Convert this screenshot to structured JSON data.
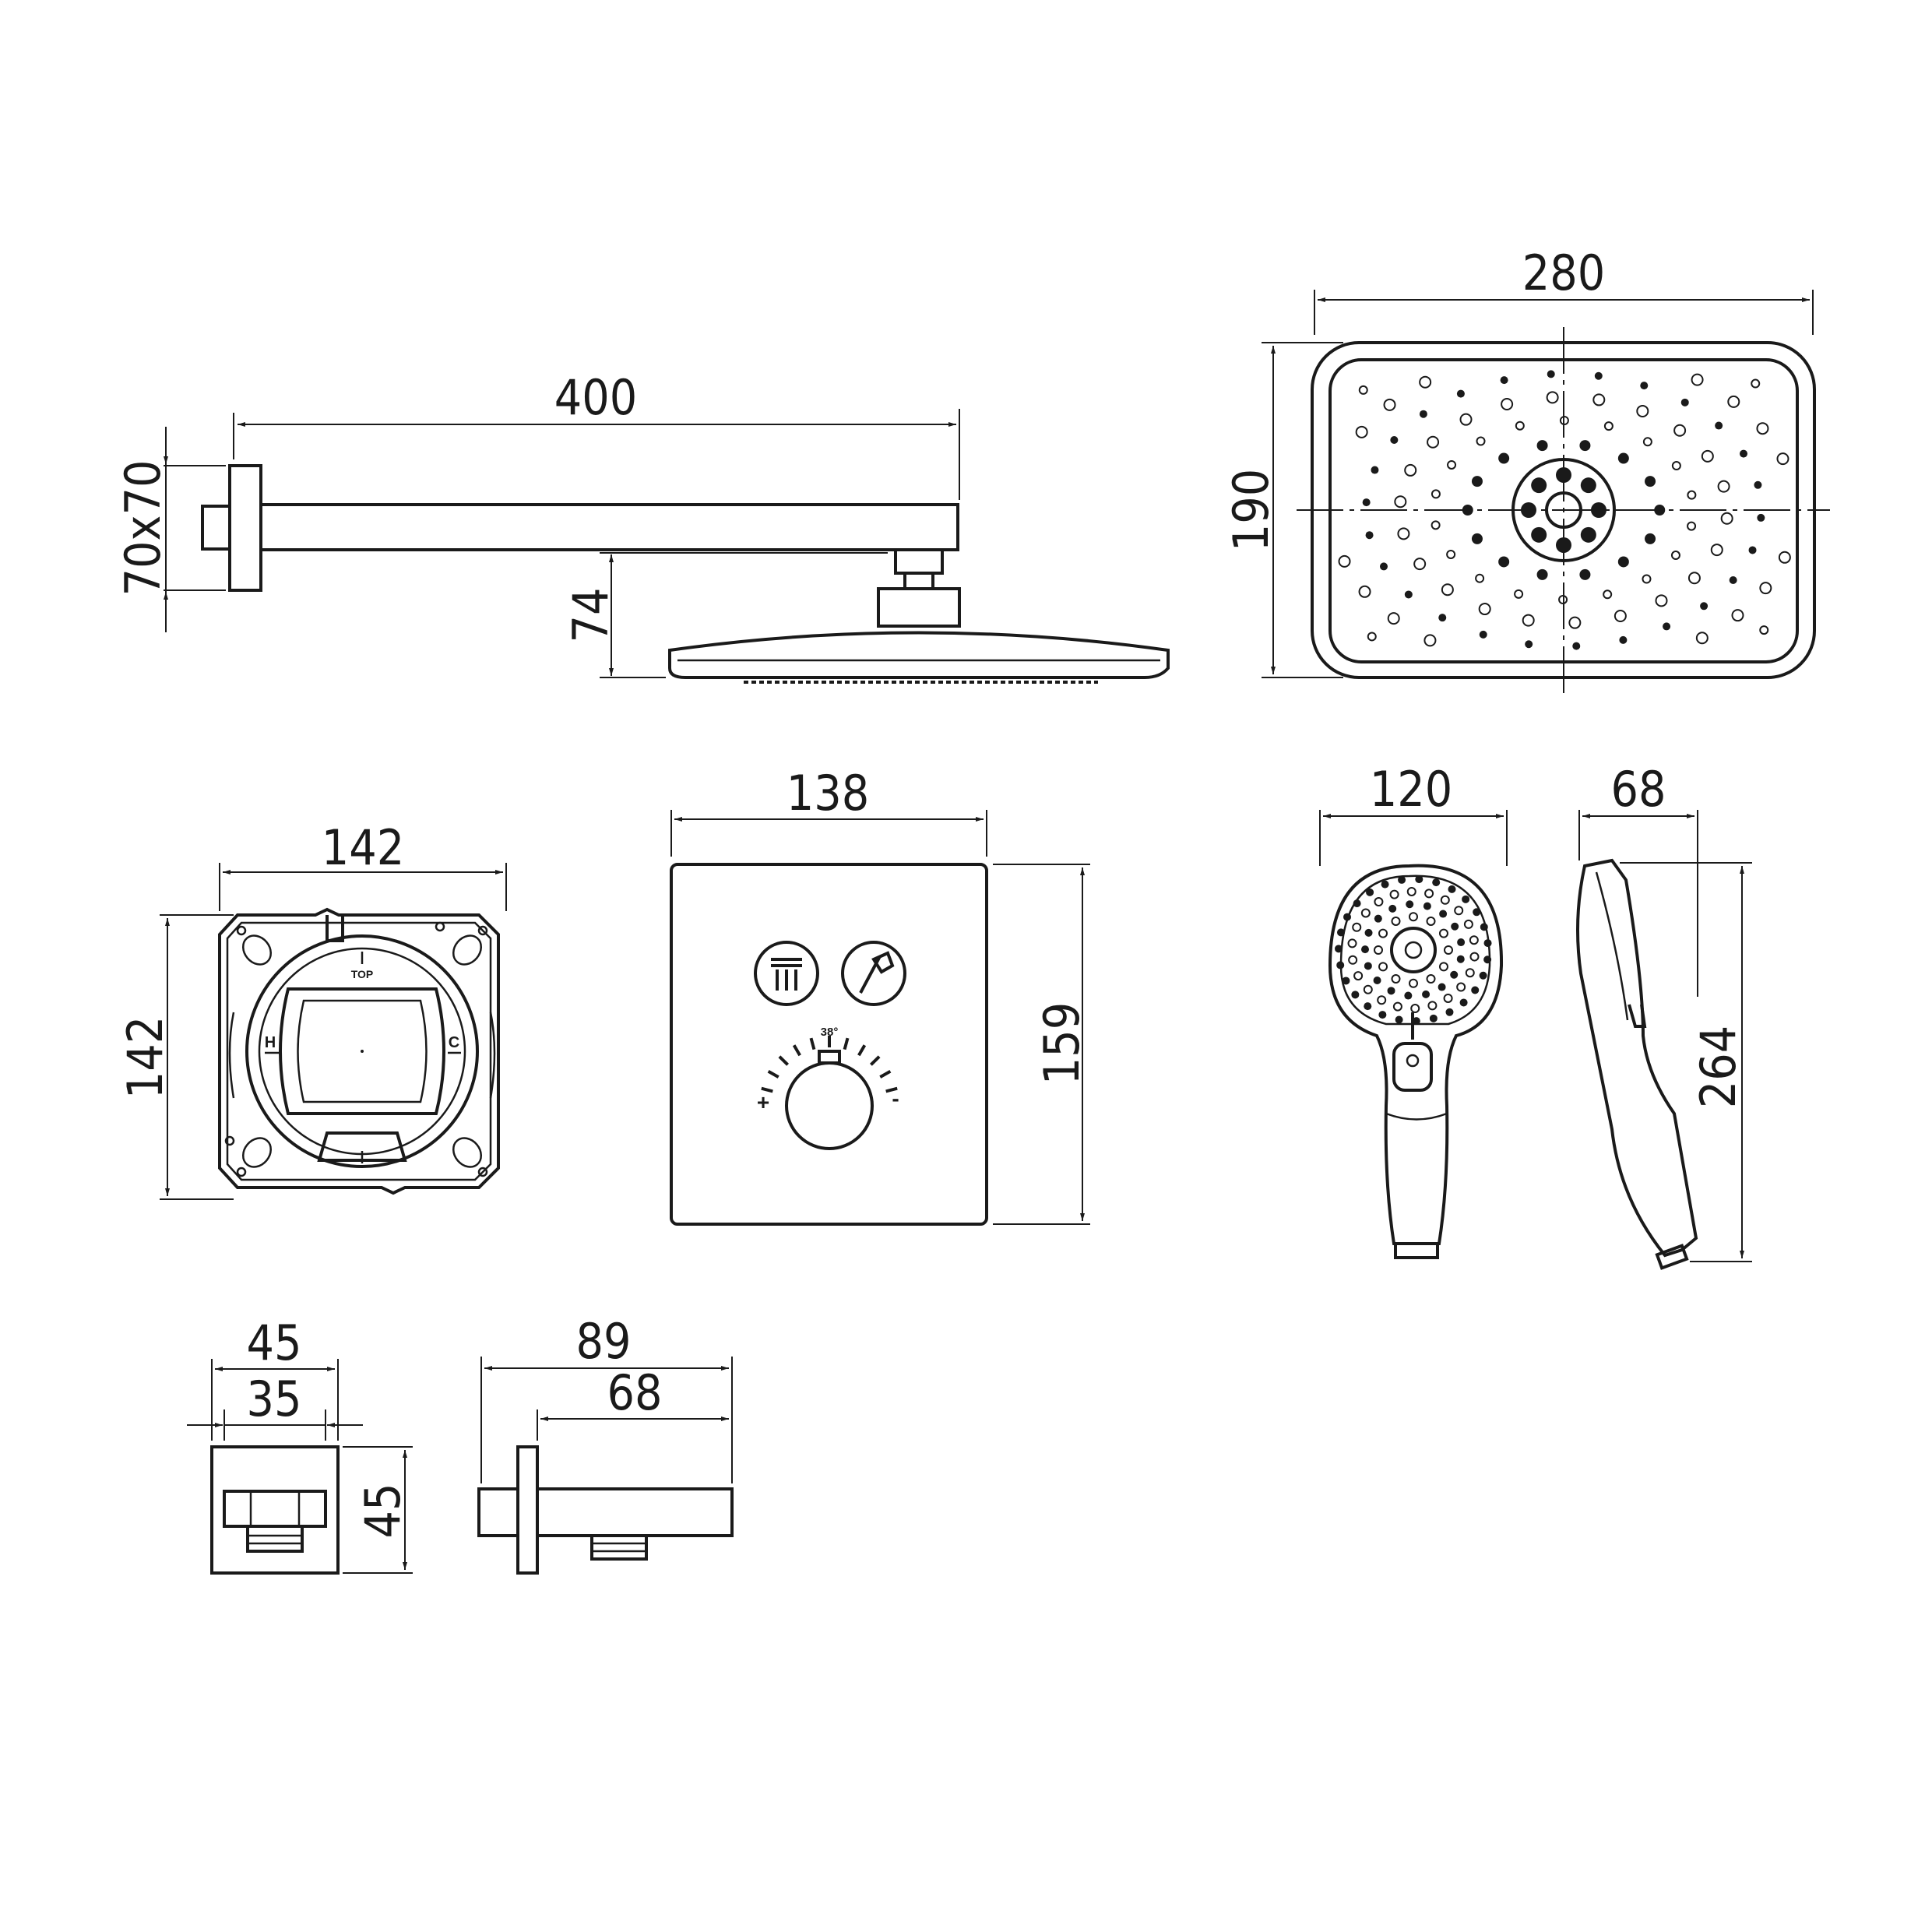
{
  "dimensions": {
    "arm_length": "400",
    "arm_flange": "70x70",
    "head_drop": "74",
    "head_width": "280",
    "head_depth": "190",
    "box_width": "142",
    "box_height": "142",
    "plate_width": "138",
    "plate_height": "159",
    "hand_width": "120",
    "hand_side": "68",
    "hand_length": "264",
    "outlet_outer": "45",
    "outlet_inner": "35",
    "outlet_height": "45",
    "outlet_depth": "89",
    "outlet_spout": "68"
  },
  "markings": {
    "top": "TOP",
    "hot": "H",
    "cold": "C",
    "temp": "38°",
    "plus": "+",
    "minus": "-"
  }
}
